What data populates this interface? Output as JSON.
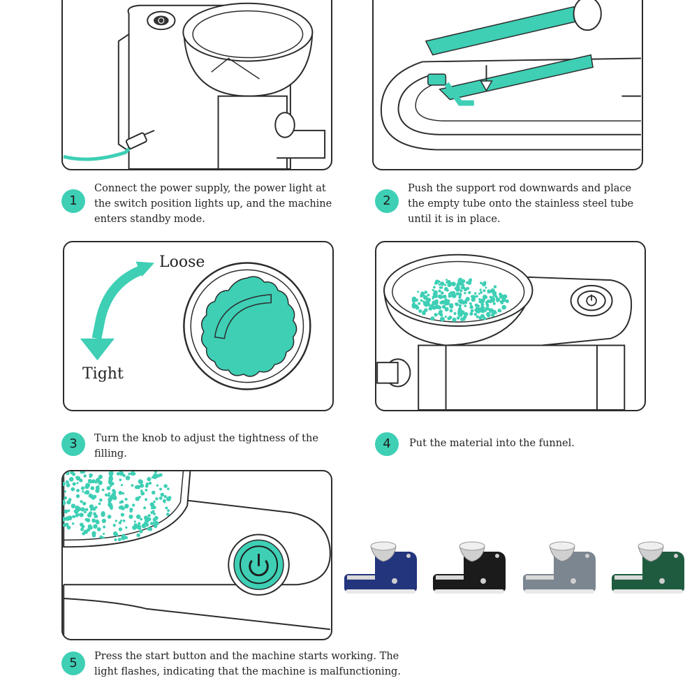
{
  "steps": [
    {
      "number": "1",
      "lines": [
        "Connect the power supply, the power light at",
        "the switch position lights up, and the machine",
        "enters standby mode."
      ]
    },
    {
      "number": "2",
      "lines": [
        "Push the support rod downwards and place",
        "the empty tube onto the stainless steel tube",
        "until it is in place."
      ]
    },
    {
      "number": "3",
      "lines": [
        "Turn the knob to adjust the tightness of the",
        "filling."
      ]
    },
    {
      "number": "4",
      "lines": [
        "Put the material into the funnel."
      ]
    },
    {
      "number": "5",
      "lines": [
        "Press the start button and the machine starts working. The",
        "light flashes, indicating that the machine is malfunctioning."
      ]
    }
  ],
  "knob": {
    "loose_label": "Loose",
    "tight_label": "Tight"
  },
  "colors": {
    "accent": "#3ecfb5",
    "outline": "#2b2b2b"
  },
  "product_variants": [
    {
      "color_name": "blue",
      "color": "#23357c"
    },
    {
      "color_name": "black",
      "color": "#1b1b1b"
    },
    {
      "color_name": "gray",
      "color": "#7c8690"
    },
    {
      "color_name": "green",
      "color": "#1f5b3e"
    }
  ]
}
